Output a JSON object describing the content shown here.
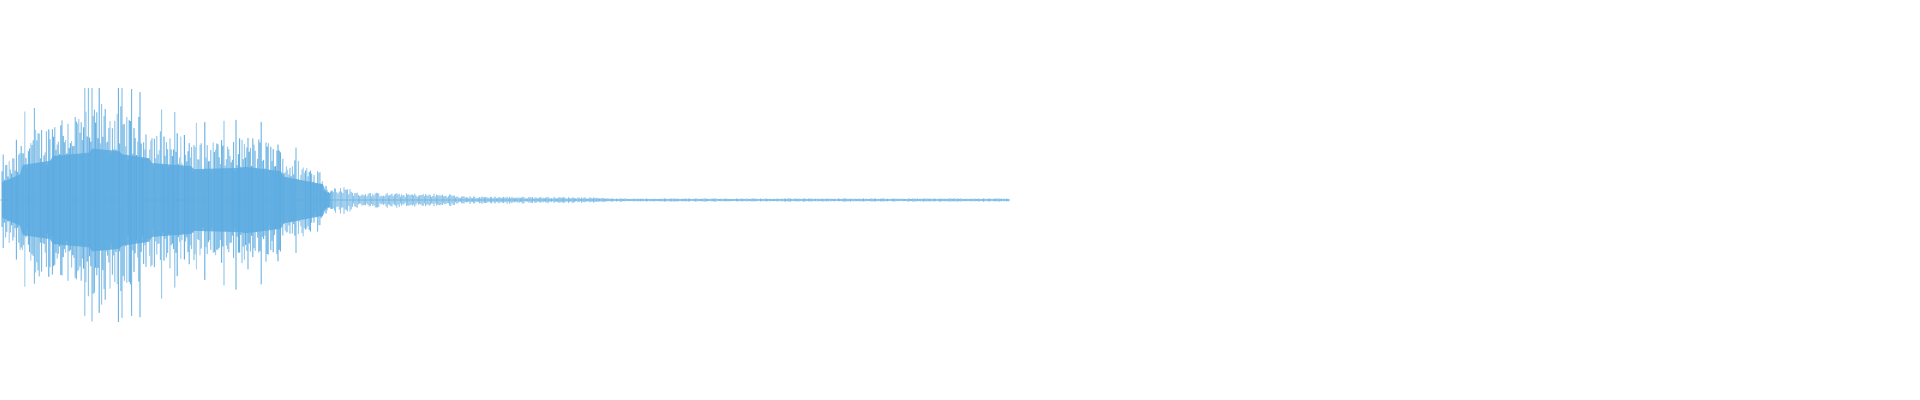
{
  "waveform": {
    "color": "#5aaae0",
    "background": "#ffffff",
    "segments": [
      {
        "from": 0.0,
        "to": 0.02,
        "amp": 0.3
      },
      {
        "from": 0.02,
        "to": 0.05,
        "amp": 0.62
      },
      {
        "from": 0.05,
        "to": 0.09,
        "amp": 0.78
      },
      {
        "from": 0.09,
        "to": 0.12,
        "amp": 0.92
      },
      {
        "from": 0.12,
        "to": 0.15,
        "amp": 0.82
      },
      {
        "from": 0.15,
        "to": 0.19,
        "amp": 0.66
      },
      {
        "from": 0.19,
        "to": 0.24,
        "amp": 0.55
      },
      {
        "from": 0.24,
        "to": 0.28,
        "amp": 0.6
      },
      {
        "from": 0.28,
        "to": 0.32,
        "amp": 0.42
      },
      {
        "from": 0.32,
        "to": 0.35,
        "amp": 0.14
      },
      {
        "from": 0.35,
        "to": 0.45,
        "amp": 0.07
      },
      {
        "from": 0.45,
        "to": 0.6,
        "amp": 0.035
      },
      {
        "from": 0.6,
        "to": 1.0,
        "amp": 0.015
      }
    ],
    "duration_fraction_visible": 0.53
  }
}
